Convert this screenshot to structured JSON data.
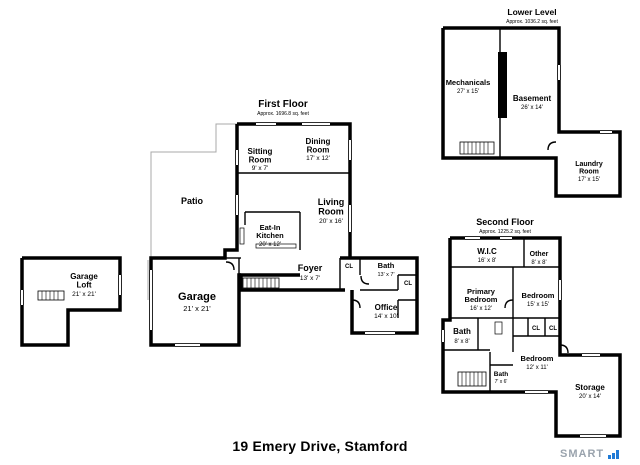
{
  "address": "19 Emery Drive, Stamford",
  "brand": "SMART",
  "colors": {
    "wall": "#000000",
    "guide": "#a8a8a8",
    "brand": "#9aa3ad",
    "brand_accent": "#1f7ad6"
  },
  "floors": {
    "first": {
      "title": "First Floor",
      "area": "Approx. 1696.8 sq. feet",
      "rooms": {
        "dining": {
          "name": "Dining\nRoom",
          "dim": "17' x 12'"
        },
        "sitting": {
          "name": "Sitting\nRoom",
          "dim": "9' x 7'"
        },
        "patio": {
          "name": "Patio"
        },
        "living": {
          "name": "Living\nRoom",
          "dim": "20' x 16'"
        },
        "kitchen": {
          "name": "Eat-In\nKitchen",
          "dim": "20' x 12'"
        },
        "foyer": {
          "name": "Foyer",
          "dim": "13' x 7'"
        },
        "bath": {
          "name": "Bath",
          "dim": "13' x 7'"
        },
        "garage": {
          "name": "Garage",
          "dim": "21' x 21'"
        },
        "office": {
          "name": "Office",
          "dim": "14' x 10'"
        },
        "closet1": {
          "name": "CL"
        },
        "closet2": {
          "name": "CL"
        }
      }
    },
    "garage_loft": {
      "name": "Garage\nLoft",
      "dim": "21' x 21'"
    },
    "lower": {
      "title": "Lower Level",
      "area": "Approx. 1036.2 sq. feet",
      "rooms": {
        "mechanicals": {
          "name": "Mechanicals",
          "dim": "27' x 15'"
        },
        "basement": {
          "name": "Basement",
          "dim": "26' x 14'"
        },
        "laundry": {
          "name": "Laundry\nRoom",
          "dim": "17' x 15'"
        }
      }
    },
    "second": {
      "title": "Second Floor",
      "area": "Approx. 1225.2 sq. feet",
      "rooms": {
        "wic": {
          "name": "W.I.C",
          "dim": "16' x 8'"
        },
        "other": {
          "name": "Other",
          "dim": "8' x 8'"
        },
        "primary": {
          "name": "Primary\nBedroom",
          "dim": "16' x 12'"
        },
        "bedroom1": {
          "name": "Bedroom",
          "dim": "15' x 15'"
        },
        "bath1": {
          "name": "Bath",
          "dim": "8' x 8'"
        },
        "closet1": {
          "name": "CL"
        },
        "closet2": {
          "name": "CL"
        },
        "bedroom2": {
          "name": "Bedroom",
          "dim": "12' x 11'"
        },
        "bath2": {
          "name": "Bath",
          "dim": "7' x 6'"
        },
        "storage": {
          "name": "Storage",
          "dim": "20' x 14'"
        }
      }
    }
  }
}
